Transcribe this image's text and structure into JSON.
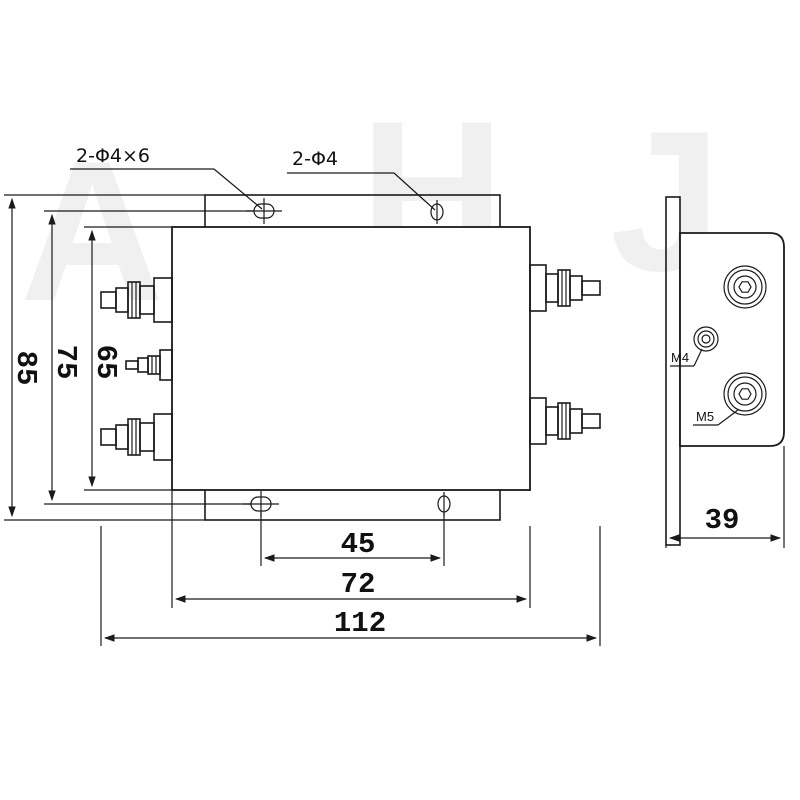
{
  "front_view": {
    "mounting_note_slot": "2-Φ4×6",
    "mounting_note_hole": "2-Φ4",
    "dim_height_85": "85",
    "dim_height_75": "75",
    "dim_height_65": "65",
    "dim_hole_spacing": "45",
    "dim_body_width": "72",
    "dim_overall_width": "112"
  },
  "side_view": {
    "label_m4": "M4",
    "label_m5": "M5",
    "dim_depth": "39"
  },
  "watermark": {
    "letters": [
      "A",
      "H",
      "J"
    ]
  }
}
